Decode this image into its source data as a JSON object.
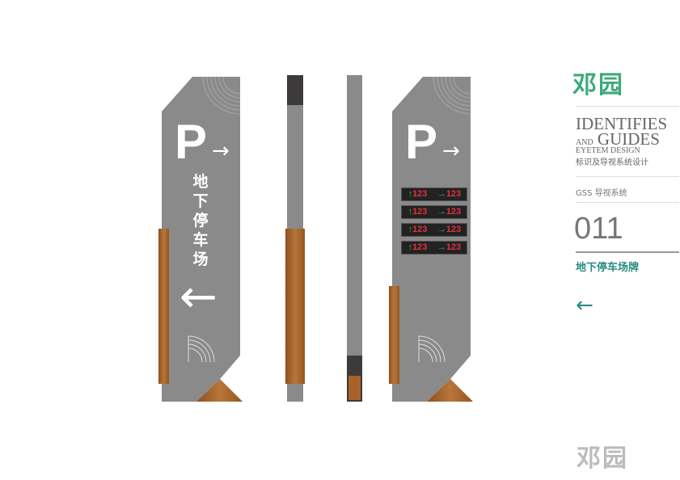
{
  "brand": {
    "logo": "邓园",
    "watermark": "邓园"
  },
  "header": {
    "line1": "IDENTIFIES",
    "line2_small": "AND",
    "line2": "GUIDES",
    "line3": "EYETEM DESIGN",
    "line4": "标识及导视系统设计"
  },
  "system": "GSS 导视系统",
  "page_number": "011",
  "item_name": "地下停车场牌",
  "sign": {
    "parking_letter": "P",
    "arrow_right": "→",
    "vertical_text": "地下停车场",
    "arrow_left": "←",
    "led_rows": [
      {
        "up": "↑",
        "up_value": "123",
        "right": "→",
        "right_value": "123"
      },
      {
        "up": "↑",
        "up_value": "123",
        "right": "→",
        "right_value": "123"
      },
      {
        "up": "↑",
        "up_value": "123",
        "right": "→",
        "right_value": "123"
      },
      {
        "up": "↑",
        "up_value": "123",
        "right": "→",
        "right_value": "123"
      }
    ]
  },
  "back_arrow": "←",
  "colors": {
    "panel": "#8a8a8a",
    "wood": "#a8632a",
    "accent": "#2a8a82",
    "logo": "#3daa7a"
  }
}
